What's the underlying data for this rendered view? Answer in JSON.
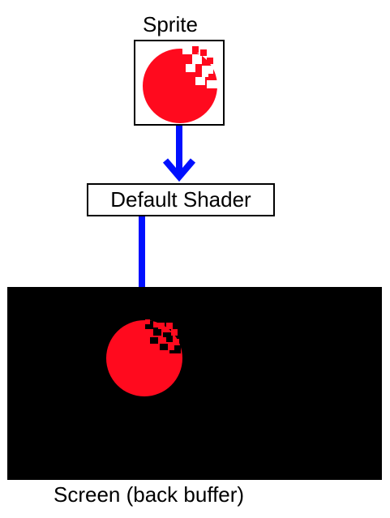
{
  "sprite": {
    "label": "Sprite"
  },
  "shader": {
    "label": "Default Shader"
  },
  "screen": {
    "label": "Screen (back buffer)"
  },
  "colors": {
    "arrow": "#0010ff",
    "sprite": "#ff0a1e",
    "screen_bg": "#000000"
  },
  "icons": {
    "sprite_shape": "red-disintegrating-circle-icon"
  }
}
